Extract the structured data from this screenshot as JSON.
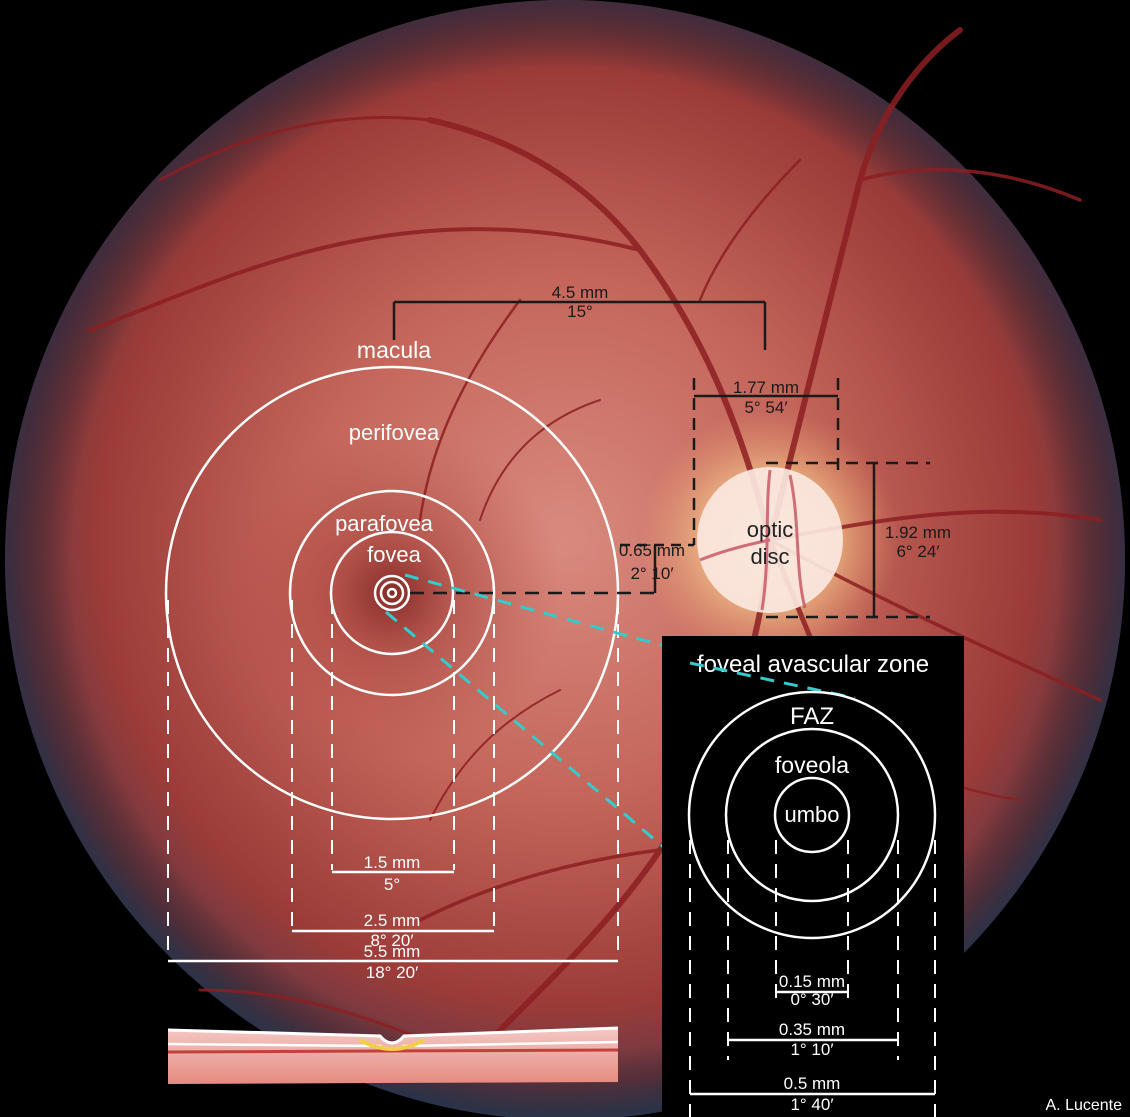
{
  "image": {
    "subject": "fundus-photograph",
    "colors": {
      "retina": "#b4524a",
      "disc": "#fbe7df",
      "vessel": "#8c1f22",
      "annotation": "#ffffff",
      "dim_line": "#1a1a1a",
      "leader": "#33cccc",
      "inset_bg": "#000000"
    }
  },
  "labels": {
    "macula": "macula",
    "perifovea": "perifovea",
    "parafovea": "parafovea",
    "fovea": "fovea",
    "optic_disc_1": "optic",
    "optic_disc_2": "disc",
    "inset_title": "foveal avascular zone",
    "faz": "FAZ",
    "foveola": "foveola",
    "umbo": "umbo",
    "credit": "A. Lucente"
  },
  "measurements": {
    "macula_offset_mm": "4.5 mm",
    "macula_offset_deg": "15°",
    "disc_width_mm": "1.77 mm",
    "disc_width_deg": "5° 54′",
    "disc_height_mm": "1.92 mm",
    "disc_height_deg": "6° 24′",
    "disc_offset_mm": "0.65 mm",
    "disc_offset_deg": "2° 10′",
    "fovea_mm": "1.5 mm",
    "fovea_deg": "5°",
    "parafovea_mm": "2.5 mm",
    "parafovea_deg": "8° 20′",
    "perifovea_mm": "5.5 mm",
    "perifovea_deg": "18° 20′",
    "umbo_mm": "0.15 mm",
    "umbo_deg": "0° 30′",
    "foveola_mm": "0.35 mm",
    "foveola_deg": "1° 10′",
    "faz_mm": "0.5 mm",
    "faz_deg": "1° 40′"
  }
}
